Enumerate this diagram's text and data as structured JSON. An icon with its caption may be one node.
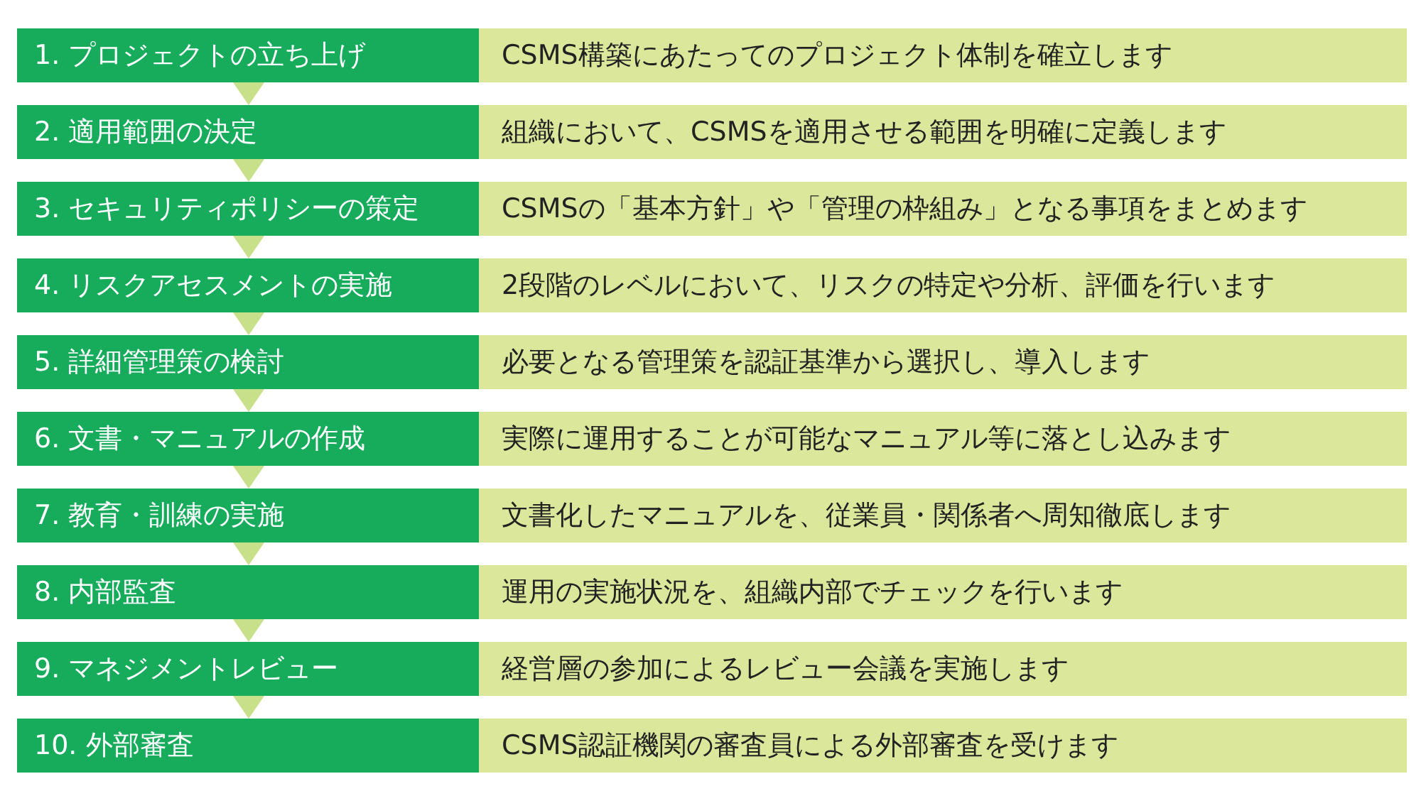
{
  "diagram": {
    "nodes": [
      {
        "text": [
          "1. プロジェクトの立ち上げ"
        ]
      },
      {
        "text": [
          "CSMS構築にあたってのプロジェクト体制を確立します"
        ]
      },
      {
        "text": [
          "2. 適用範囲の決定"
        ]
      },
      {
        "text": [
          "組織において、CSMSを適用させる範囲を明確に定義します"
        ]
      },
      {
        "text": [
          "3. セキュリティポリシーの策定"
        ]
      },
      {
        "text": [
          "CSMSの「基本方針」や「管理の枠組み」となる事項をまとめます"
        ]
      },
      {
        "text": [
          "4. リスクアセスメントの実施"
        ]
      },
      {
        "text": [
          "2段階のレベルにおいて、リスクの特定や分析、評価を行います"
        ]
      },
      {
        "text": [
          "5. 詳細管理策の検討"
        ]
      },
      {
        "text": [
          "必要となる管理策を認証基準から選択し、導入します"
        ]
      },
      {
        "text": [
          "6. 文書・マニュアルの作成"
        ]
      },
      {
        "text": [
          "実際に運用することが可能なマニュアル等に落とし込みます"
        ]
      },
      {
        "text": [
          "7. 教育・訓練の実施"
        ]
      },
      {
        "text": [
          "文書化したマニュアルを、従業員・関係者へ周知徹底します"
        ]
      },
      {
        "text": [
          "8. 内部監査"
        ]
      },
      {
        "text": [
          "運用の実施状況を、組織内部でチェックを行います"
        ]
      },
      {
        "text": [
          "9. マネジメントレビュー"
        ]
      },
      {
        "text": [
          "経営層の参加によるレビュー会議を実施します"
        ]
      },
      {
        "text": [
          "10. 外部審査"
        ]
      },
      {
        "text": [
          "CSMS認証機関の審査員による外部審査を受けます"
        ]
      }
    ],
    "edges": [
      {
        "from": 0,
        "to": 2,
        "arrow": "to"
      },
      {
        "from": 2,
        "to": 4,
        "arrow": "to"
      },
      {
        "from": 4,
        "to": 6,
        "arrow": "to"
      },
      {
        "from": 6,
        "to": 8,
        "arrow": "to"
      },
      {
        "from": 8,
        "to": 10,
        "arrow": "to"
      },
      {
        "from": 10,
        "to": 12,
        "arrow": "to"
      },
      {
        "from": 12,
        "to": 14,
        "arrow": "to"
      },
      {
        "from": 14,
        "to": 16,
        "arrow": "to"
      },
      {
        "from": 16,
        "to": 18,
        "arrow": "to"
      }
    ]
  }
}
